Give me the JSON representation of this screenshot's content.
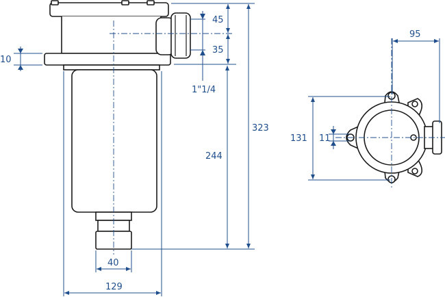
{
  "colors": {
    "outline": "#1a1a1a",
    "dimension": "#1f4e8c",
    "background": "#ffffff"
  },
  "dimensions": {
    "d45": "45",
    "d35": "35",
    "d10": "10",
    "thread": "1\"1/4",
    "d323": "323",
    "d244": "244",
    "d40": "40",
    "d129": "129",
    "d95": "95",
    "d131": "131",
    "d11": "11"
  }
}
